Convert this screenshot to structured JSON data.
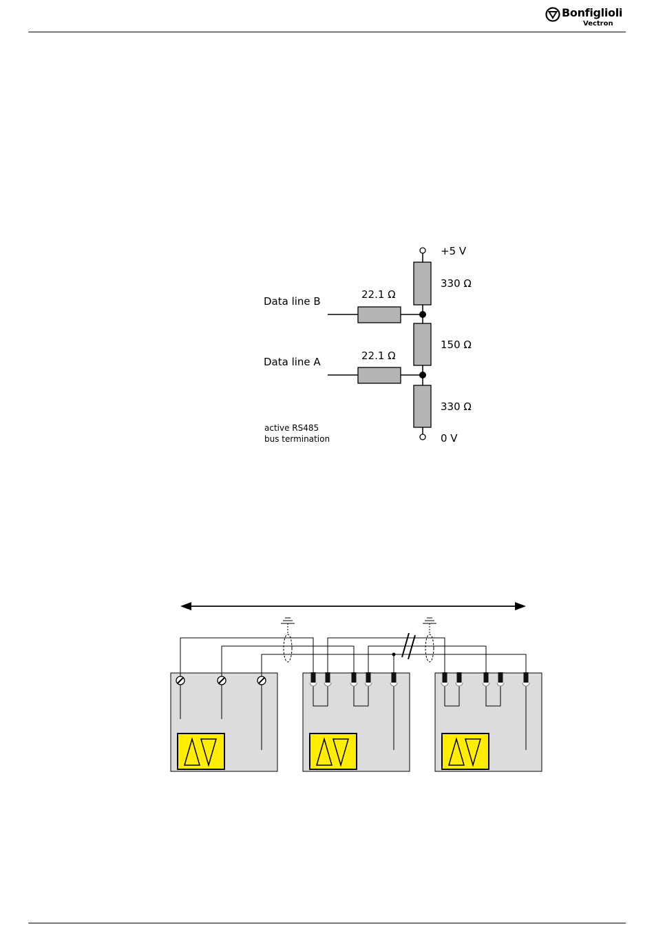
{
  "header": {
    "brand_name": "Bonfiglioli",
    "brand_sub": "Vectron"
  },
  "termination_diagram": {
    "supply": "+5 V",
    "ground": "0 V",
    "r_top": "330 Ω",
    "r_mid": "150 Ω",
    "r_bottom": "330 Ω",
    "r_line_b": "22.1 Ω",
    "r_line_a": "22.1 Ω",
    "line_b": "Data line B",
    "line_a": "Data line A",
    "caption_line1": "active RS485",
    "caption_line2": "bus termination"
  },
  "colors": {
    "resistor_fill": "#b4b4b4",
    "device_fill": "#dcdcdc",
    "display_fill": "#ffee00"
  }
}
